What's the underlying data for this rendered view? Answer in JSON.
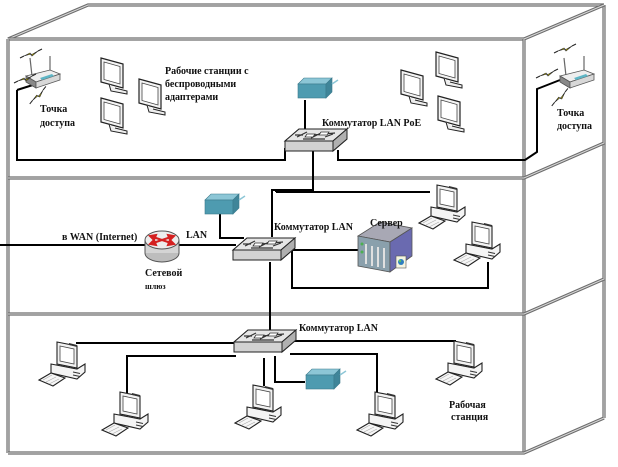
{
  "diagram": {
    "type": "network-topology",
    "floors": [
      {
        "name": "top-floor",
        "labels": {
          "access_point_left": [
            "Точка",
            "доступа"
          ],
          "access_point_right": [
            "Точка",
            "доступа"
          ],
          "wireless_workstations": [
            "Рабочие станции с",
            "беспроводными",
            "адаптерами"
          ],
          "poe_switch": "Коммутатор LAN PoE"
        }
      },
      {
        "name": "middle-floor",
        "labels": {
          "wan": "в WAN (Internet)",
          "lan": "LAN",
          "gateway": [
            "Сетевой",
            "шлюз"
          ],
          "switch": "Коммутатор LAN",
          "server": "Сервер"
        }
      },
      {
        "name": "bottom-floor",
        "labels": {
          "switch": "Коммутатор LAN",
          "workstation": [
            "Рабочая",
            "станция"
          ]
        }
      }
    ],
    "colors": {
      "wall": "#6d6d6d",
      "cable": "#000000",
      "ip_device": "#4e9bb0",
      "router_arrows": "#d42020",
      "lightning": "#e8d800",
      "switch_body": "#c8c8c8"
    }
  }
}
